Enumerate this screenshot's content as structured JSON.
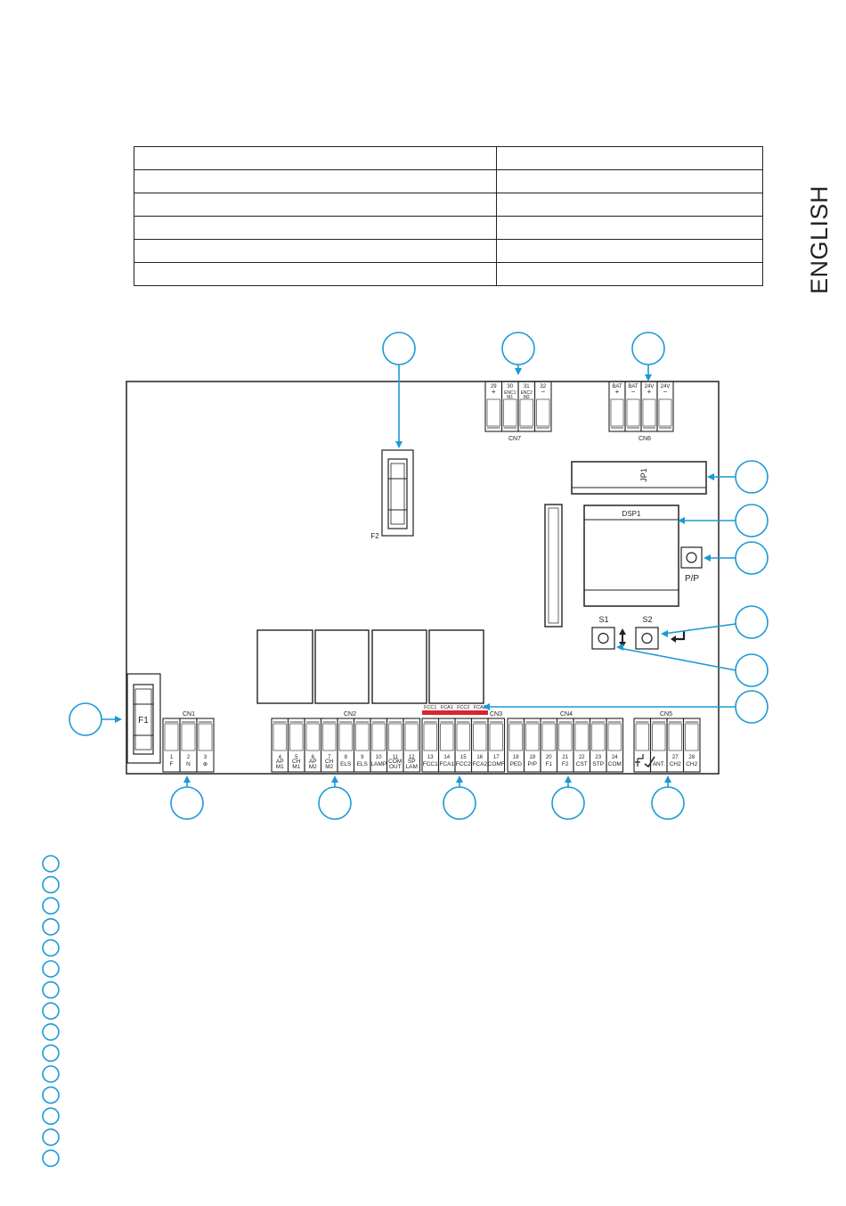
{
  "language_tab": "ENGLISH",
  "table_rows": 6,
  "board": {
    "fuse_f1": "F1",
    "fuse_f2": "F2",
    "jumper": "JP1",
    "display": "DSP1",
    "button_pp": "P/P",
    "button_s1": "S1",
    "button_s2": "S2",
    "connectors": {
      "cn1": {
        "name": "CN1",
        "pins": [
          [
            "1",
            "F"
          ],
          [
            "2",
            "N"
          ],
          [
            "3",
            "⊕"
          ]
        ]
      },
      "cn2": {
        "name": "CN2",
        "pins": [
          [
            "4",
            "AP M1"
          ],
          [
            "5",
            "CH M1"
          ],
          [
            "6",
            "AP M2"
          ],
          [
            "7",
            "CH M2"
          ],
          [
            "8",
            "ELS"
          ],
          [
            "9",
            "ELS"
          ],
          [
            "10",
            "LAMP"
          ],
          [
            "11",
            "COM OUT"
          ],
          [
            "12",
            "SP LAM"
          ]
        ]
      },
      "cn3": {
        "name": "CN3",
        "pins": [
          [
            "13",
            "FCC1"
          ],
          [
            "14",
            "FCA1"
          ],
          [
            "15",
            "FCC2"
          ],
          [
            "16",
            "FCA2"
          ],
          [
            "17",
            "COMF"
          ]
        ],
        "red_labels": [
          "FCC1",
          "FCA1",
          "FCC2",
          "FCA2"
        ]
      },
      "cn4": {
        "name": "CN4",
        "pins": [
          [
            "18",
            "PED"
          ],
          [
            "19",
            "P/P"
          ],
          [
            "20",
            "F1"
          ],
          [
            "21",
            "F2"
          ],
          [
            "22",
            "CST"
          ],
          [
            "23",
            "STP"
          ],
          [
            "24",
            "COM"
          ]
        ]
      },
      "cn5": {
        "name": "CN5",
        "pins": [
          [
            "",
            ""
          ],
          [
            "",
            "ANT."
          ],
          [
            "27",
            "CH2"
          ],
          [
            "28",
            "CH2"
          ]
        ]
      },
      "cn6": {
        "name": "CN6",
        "pins": [
          [
            "BAT",
            "+"
          ],
          [
            "BAT",
            "−"
          ],
          [
            "24V",
            "+"
          ],
          [
            "24V",
            "−"
          ]
        ]
      },
      "cn7": {
        "name": "CN7",
        "pins": [
          [
            "29",
            "+"
          ],
          [
            "30",
            "ENC1 M1"
          ],
          [
            "31",
            "ENC2 M2"
          ],
          [
            "32",
            "−"
          ]
        ]
      }
    }
  },
  "legend_count": 15
}
